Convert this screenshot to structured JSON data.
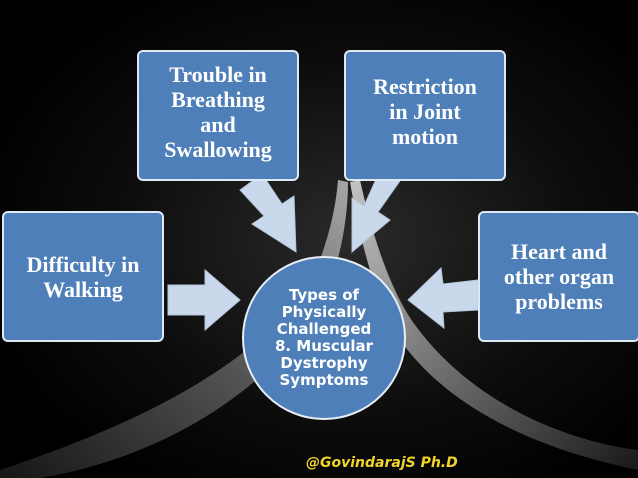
{
  "diagram": {
    "center_text": "Types of\nPhysically\nChallenged\n8. Muscular\nDystrophy\nSymptoms",
    "boxes": {
      "left": "Difficulty in\nWalking",
      "top_left": "Trouble in\nBreathing\nand\nSwallowing",
      "top_right": "Restriction\nin Joint\nmotion",
      "right": "Heart and\nother organ\nproblems"
    }
  },
  "credit": "@GovindarajS Ph.D",
  "colors": {
    "box_fill": "#4f7fb8",
    "arrow_fill": "#c9d8ea",
    "credit_text": "#f2d52a",
    "background": "#000000"
  }
}
